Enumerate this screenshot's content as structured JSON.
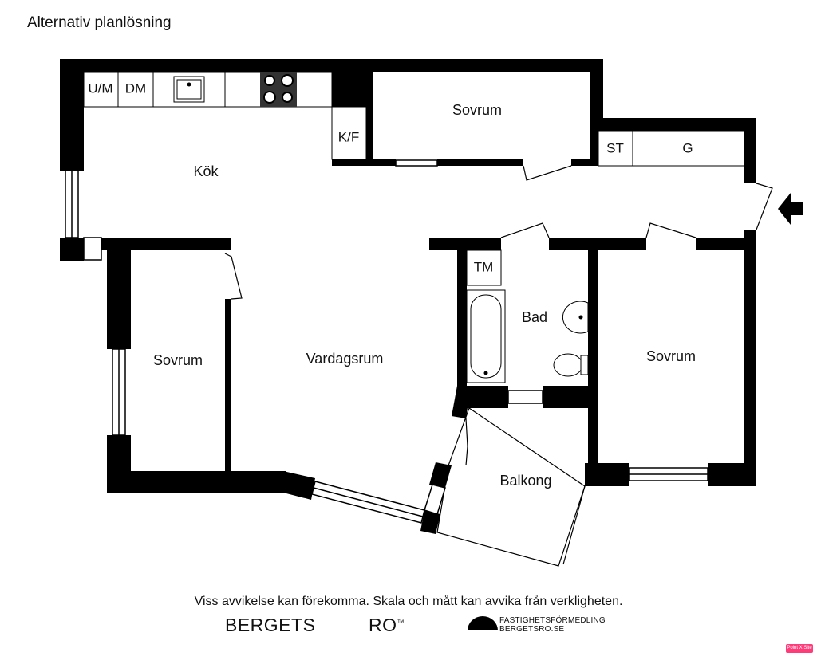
{
  "title": "Alternativ planlösning",
  "rooms": {
    "kok": "Kök",
    "sovrum_top": "Sovrum",
    "sovrum_left": "Sovrum",
    "sovrum_right": "Sovrum",
    "vardagsrum": "Vardagsrum",
    "bad": "Bad",
    "balkong": "Balkong"
  },
  "fixtures": {
    "um": "U/M",
    "dm": "DM",
    "kf": "K/F",
    "st": "ST",
    "g": "G",
    "tm": "TM"
  },
  "disclaimer": "Viss avvikelse kan förekomma. Skala och mått kan avvika från verkligheten.",
  "brand": {
    "left": "BERGETS",
    "right": "RO",
    "tm": "™",
    "agency_line1": "FASTIGHETSFÖRMEDLING",
    "agency_line2": "BERGETSRO.SE"
  },
  "badge": "Point X Site",
  "colors": {
    "wall": "#000000",
    "background": "#ffffff",
    "badge": "#ff3b7a"
  }
}
